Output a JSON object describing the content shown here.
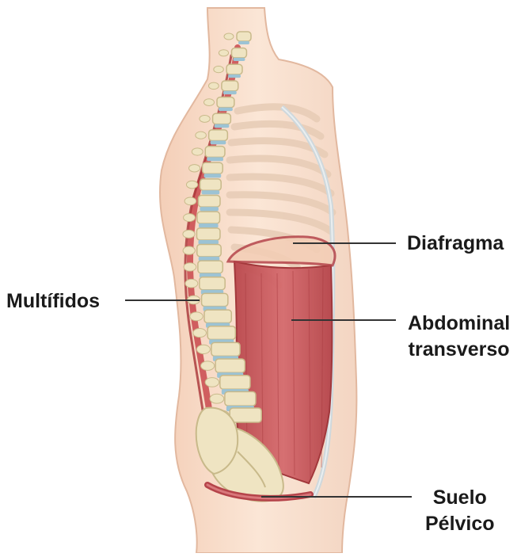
{
  "labels": {
    "multifidos": "Multífidos",
    "diafragma": "Diafragma",
    "abdominal_line1": "Abdominal",
    "abdominal_line2": "transverso",
    "suelo_line1": "Suelo",
    "suelo_line2": "Pélvico"
  },
  "colors": {
    "skin": "#f6dcc8",
    "skin_edge": "#e2b89f",
    "muscle": "#c9585c",
    "muscle_dark": "#9e3034",
    "bone": "#efe4c2",
    "bone_edge": "#c8b98a",
    "disc": "#9cc3d4",
    "leader_line": "#333333"
  }
}
